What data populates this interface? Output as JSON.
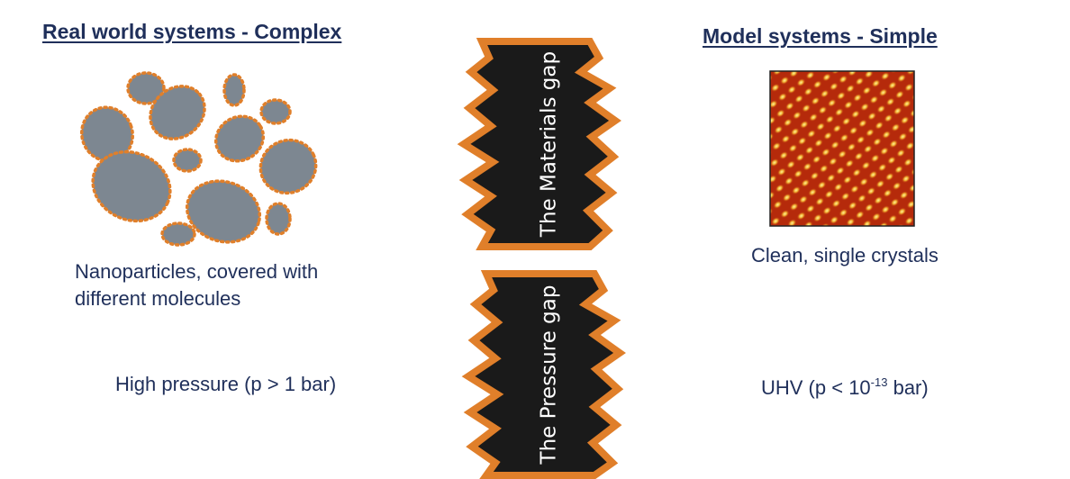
{
  "left": {
    "heading": "Real world systems - Complex",
    "caption_line1": "Nanoparticles, covered with",
    "caption_line2": "different molecules",
    "condition": "High pressure (p > 1 bar)"
  },
  "center": {
    "materials_gap_label": "The Materials gap",
    "pressure_gap_label": "The Pressure gap"
  },
  "right": {
    "heading": "Model systems - Simple",
    "caption": "Clean, single crystals",
    "condition_prefix": "UHV (p < 10",
    "condition_exponent": "-13",
    "condition_suffix": " bar)"
  },
  "colors": {
    "particle_fill": "#7d8791",
    "particle_rim": "#e07f2a",
    "gap_fill": "#1a1a1a",
    "gap_border": "#e07f2a",
    "text": "#1f2f5a"
  }
}
